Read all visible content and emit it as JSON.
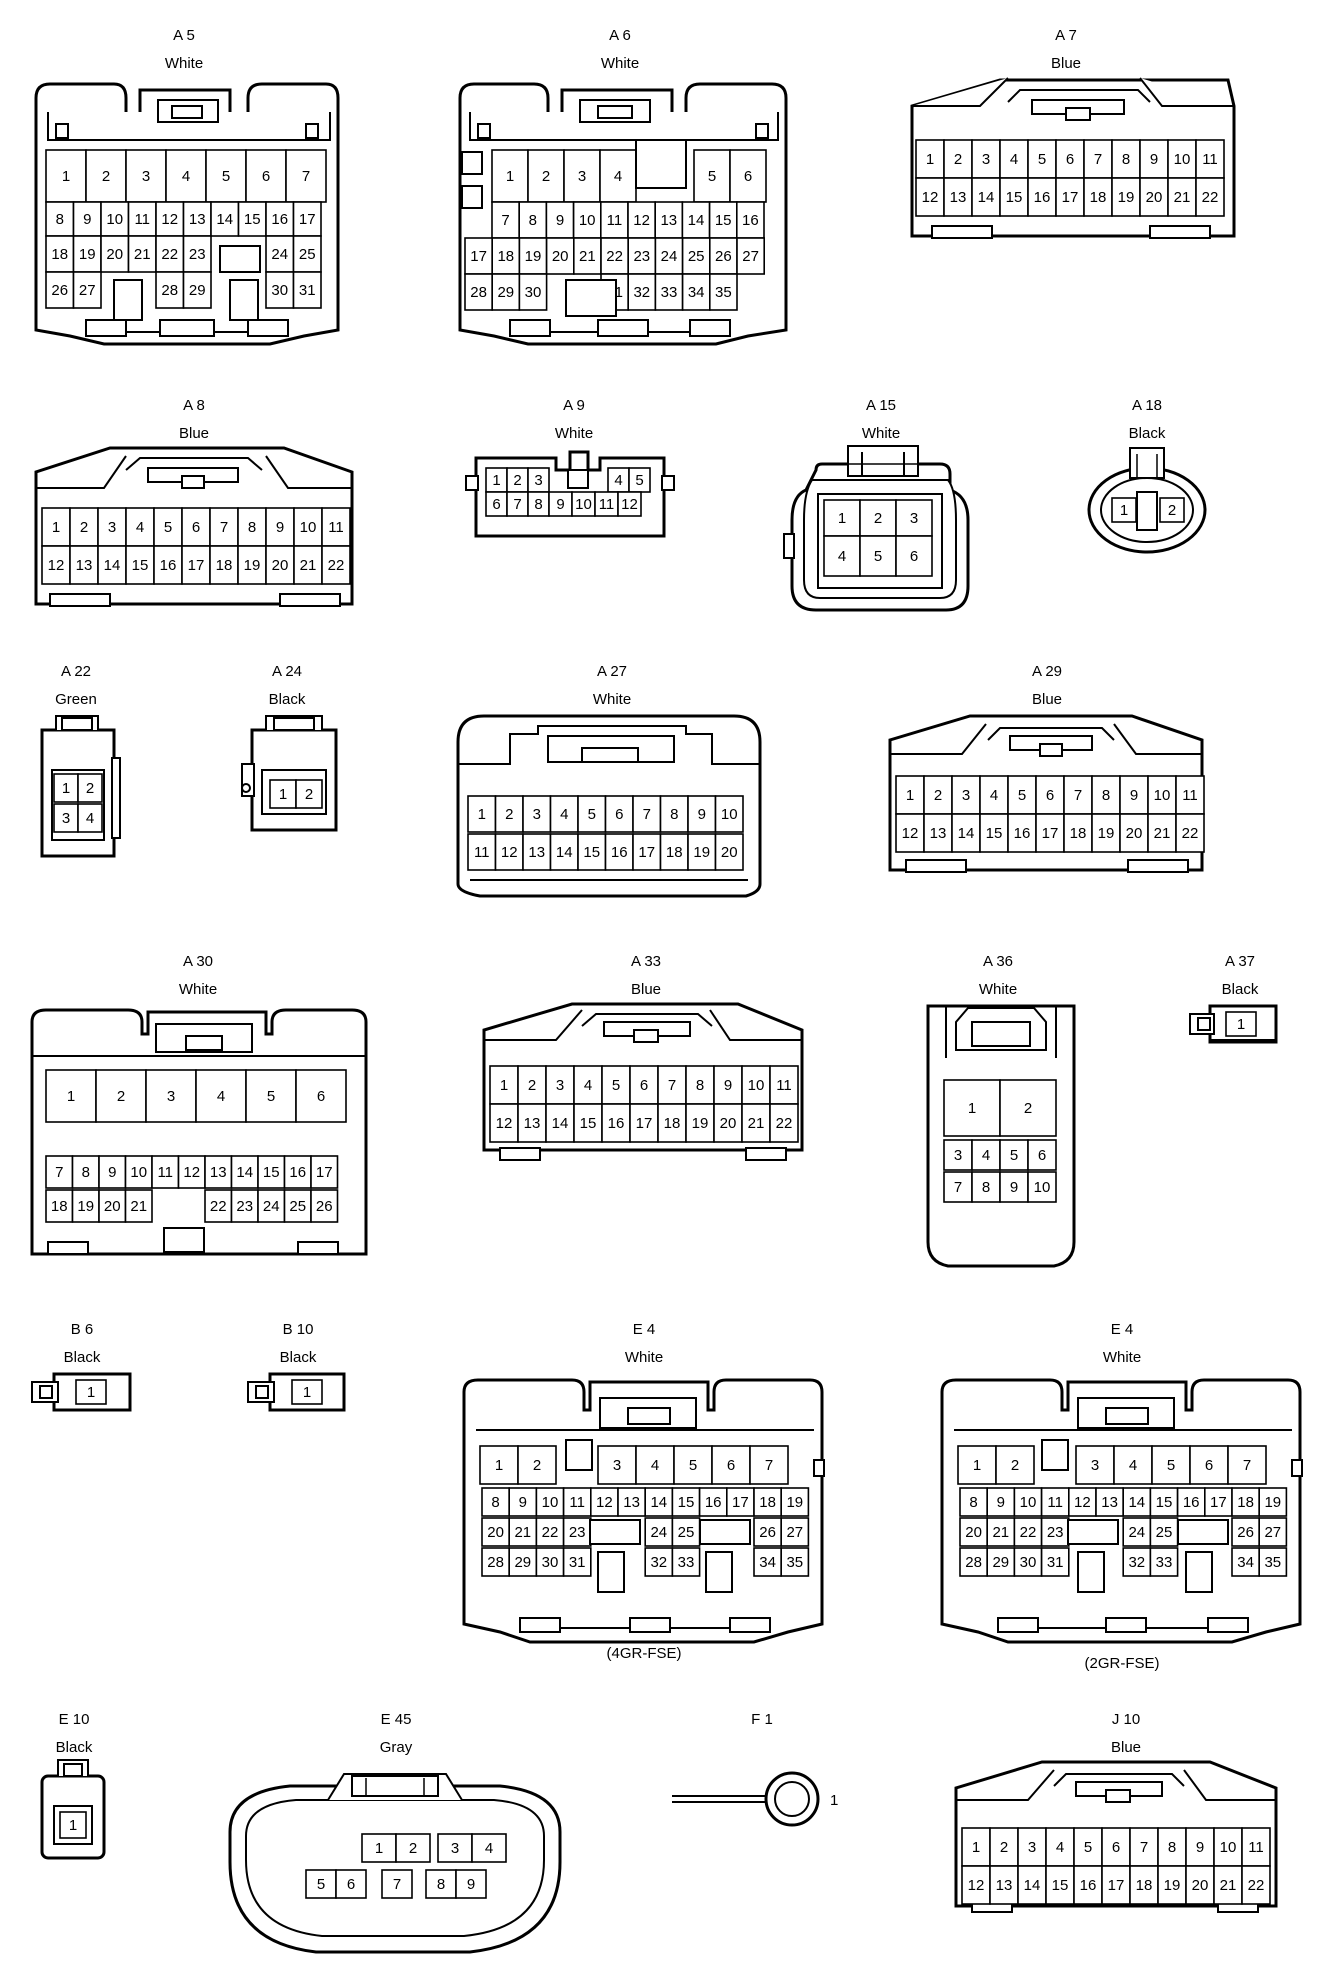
{
  "connectors": [
    {
      "id": "A 5",
      "color": "White"
    },
    {
      "id": "A 6",
      "color": "White"
    },
    {
      "id": "A 7",
      "color": "Blue"
    },
    {
      "id": "A 8",
      "color": "Blue"
    },
    {
      "id": "A 9",
      "color": "White"
    },
    {
      "id": "A 15",
      "color": "White"
    },
    {
      "id": "A 18",
      "color": "Black"
    },
    {
      "id": "A 22",
      "color": "Green"
    },
    {
      "id": "A 24",
      "color": "Black"
    },
    {
      "id": "A 27",
      "color": "White"
    },
    {
      "id": "A 29",
      "color": "Blue"
    },
    {
      "id": "A 30",
      "color": "White"
    },
    {
      "id": "A 33",
      "color": "Blue"
    },
    {
      "id": "A 36",
      "color": "White"
    },
    {
      "id": "A 37",
      "color": "Black"
    },
    {
      "id": "B 6",
      "color": "Black"
    },
    {
      "id": "B 10",
      "color": "Black"
    },
    {
      "id": "E 4",
      "color": "White",
      "note": "(4GR-FSE)"
    },
    {
      "id": "E 4",
      "color": "White",
      "note": "(2GR-FSE)"
    },
    {
      "id": "E 10",
      "color": "Black"
    },
    {
      "id": "E 45",
      "color": "Gray"
    },
    {
      "id": "F 1",
      "color": "",
      "pin": "1"
    },
    {
      "id": "J 10",
      "color": "Blue"
    }
  ]
}
